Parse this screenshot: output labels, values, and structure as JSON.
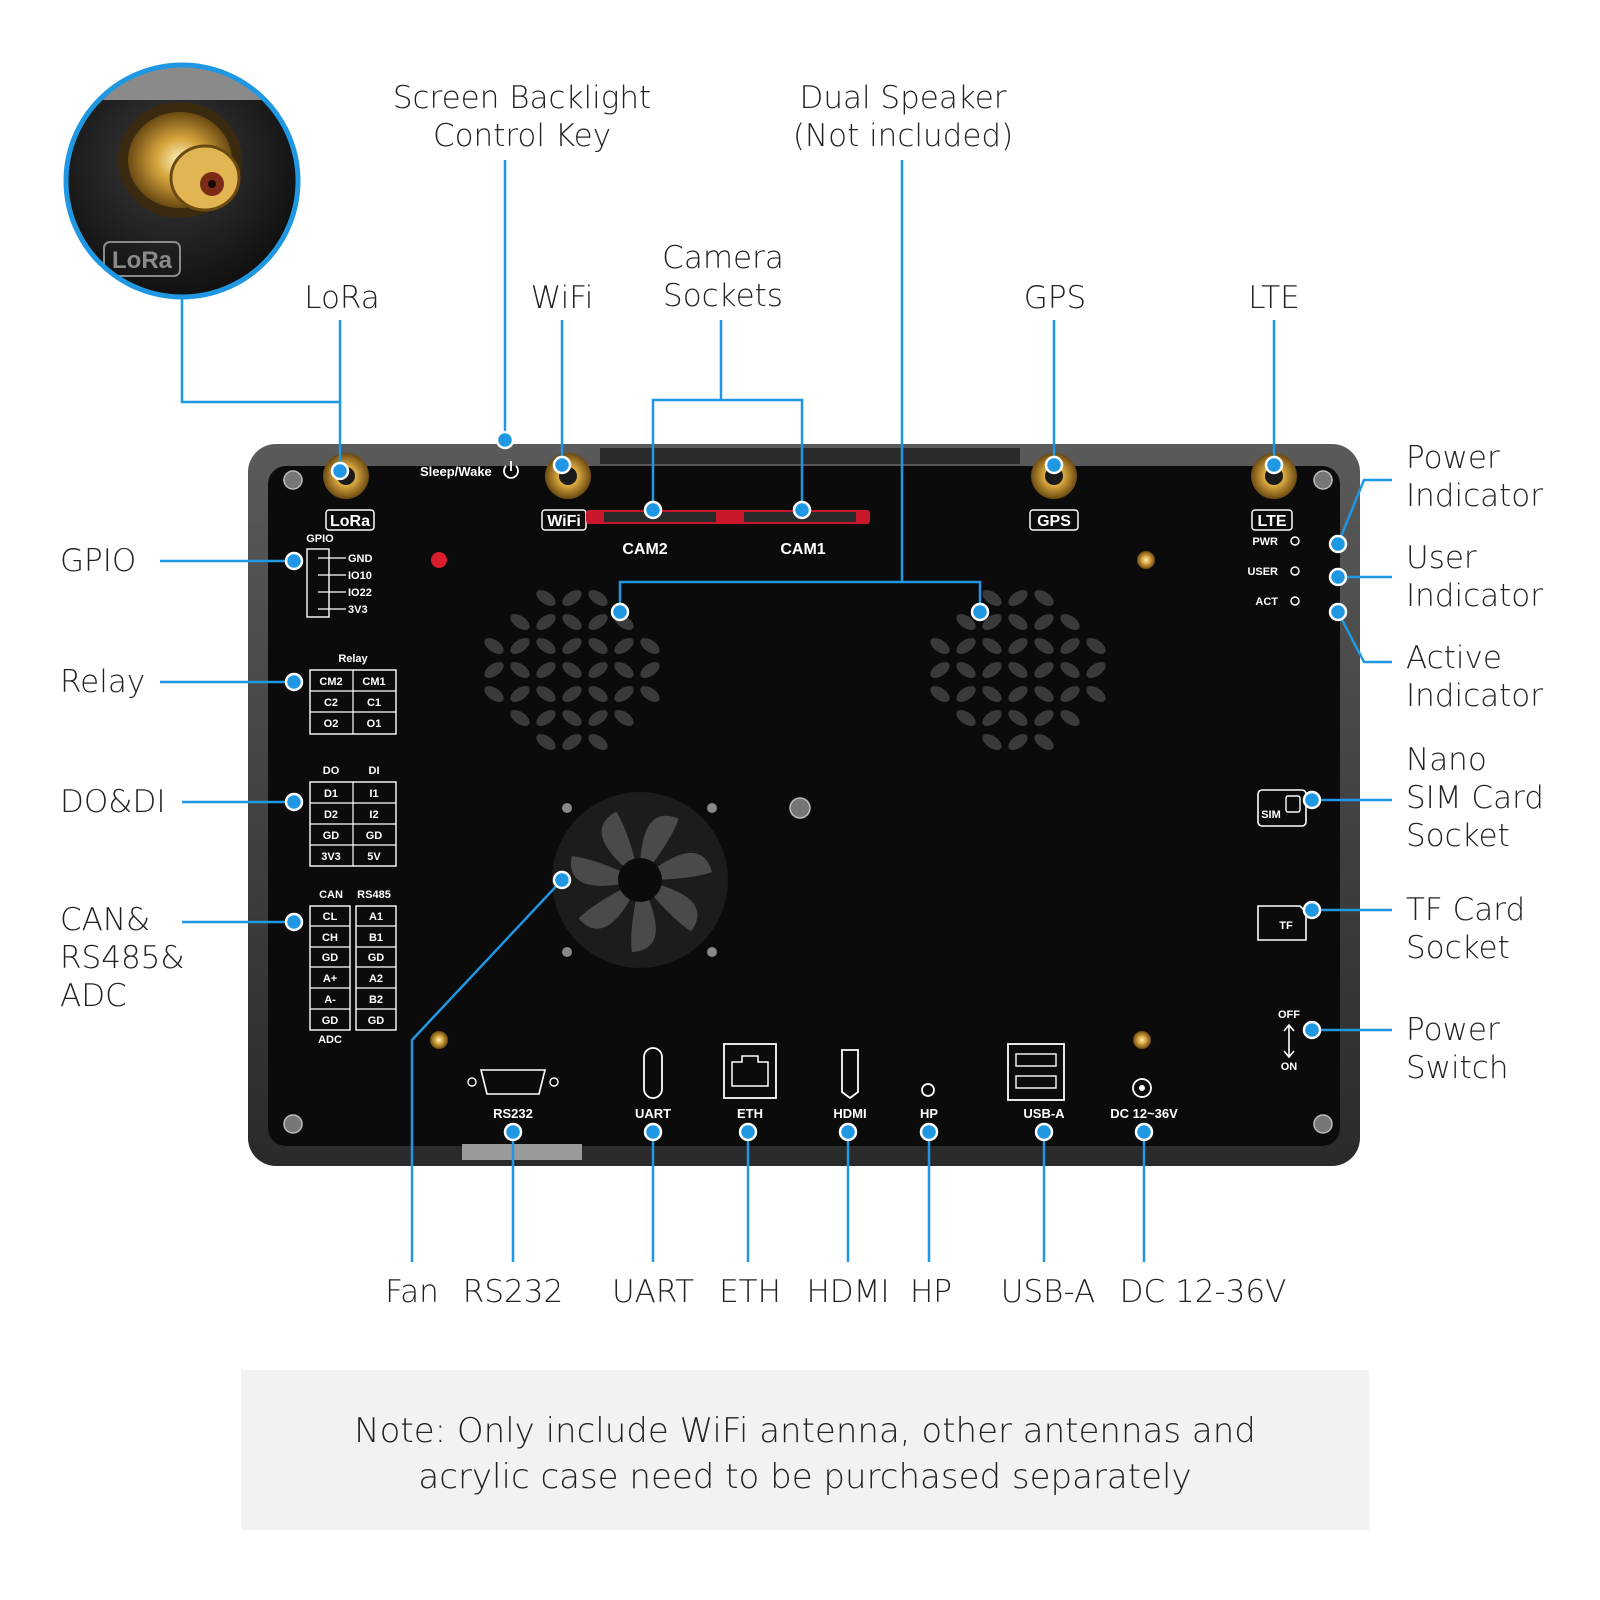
{
  "callouts": {
    "lora": "LoRa",
    "screen_backlight": [
      "Screen Backlight",
      "Control Key"
    ],
    "wifi": "WiFi",
    "camera_sockets": [
      "Camera",
      "Sockets"
    ],
    "dual_speaker": [
      "Dual Speaker",
      "(Not included)"
    ],
    "gps": "GPS",
    "lte": "LTE",
    "power_indicator": [
      "Power",
      "Indicator"
    ],
    "user_indicator": [
      "User",
      "Indicator"
    ],
    "active_indicator": [
      "Active",
      "Indicator"
    ],
    "nano_sim": [
      "Nano",
      "SIM Card",
      "Socket"
    ],
    "tf_card": [
      "TF Card",
      "Socket"
    ],
    "power_switch": [
      "Power",
      "Switch"
    ],
    "gpio": "GPIO",
    "relay": "Relay",
    "do_di": "DO&DI",
    "can_rs485_adc": [
      "CAN&",
      "RS485&",
      "ADC"
    ],
    "fan": "Fan",
    "rs232": "RS232",
    "uart": "UART",
    "eth": "ETH",
    "hdmi": "HDMI",
    "hp": "HP",
    "usb_a": "USB-A",
    "dc": "DC 12-36V"
  },
  "board": {
    "inset_badge": "LoRa",
    "sleep_wake": "Sleep/Wake",
    "antenna_tags": [
      "LoRa",
      "WiFi",
      "GPS",
      "LTE"
    ],
    "cam_labels": [
      "CAM2",
      "CAM1"
    ],
    "led_labels": [
      "PWR",
      "USER",
      "ACT"
    ],
    "gpio_title": "GPIO",
    "gpio_pins": [
      "GND",
      "IO10",
      "IO22",
      "3V3"
    ],
    "relay_title": "Relay",
    "relay_rows": [
      [
        "CM2",
        "CM1"
      ],
      [
        "C2",
        "C1"
      ],
      [
        "O2",
        "O1"
      ]
    ],
    "dodi_headers": [
      "DO",
      "DI"
    ],
    "dodi_rows": [
      [
        "D1",
        "I1"
      ],
      [
        "D2",
        "I2"
      ],
      [
        "GD",
        "GD"
      ],
      [
        "3V3",
        "5V"
      ]
    ],
    "can_headers": [
      "CAN",
      "RS485"
    ],
    "can_rows": [
      [
        "CL",
        "A1"
      ],
      [
        "CH",
        "B1"
      ],
      [
        "GD",
        "GD"
      ],
      [
        "A+",
        "A2"
      ],
      [
        "A-",
        "B2"
      ],
      [
        "GD",
        "GD"
      ]
    ],
    "adc_label": "ADC",
    "sim_text": "SIM",
    "tf_text": "TF",
    "switch_off": "OFF",
    "switch_on": "ON",
    "port_labels": [
      "RS232",
      "UART",
      "ETH",
      "HDMI",
      "HP",
      "USB-A",
      "DC 12~36V"
    ]
  },
  "note": [
    "Note: Only include WiFi antenna, other antennas and",
    "acrylic case need to be purchased separately"
  ],
  "colors": {
    "accent": "#1f97e2",
    "board": "#0b0b0b",
    "frame": "#3a3a3a",
    "text": "#222222",
    "note_bg": "#f2f2f2"
  }
}
